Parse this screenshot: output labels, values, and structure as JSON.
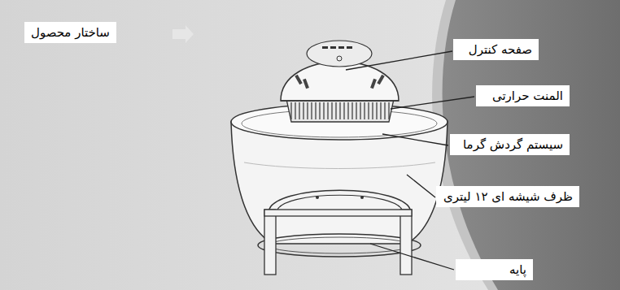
{
  "diagram": {
    "title": "ساختار محصول",
    "labels": [
      "صفحه کنترل",
      "المنت حرارتی",
      "سیستم گردش گرما",
      "ظرف شیشه ای ۱۲ لیتری",
      "پایه"
    ]
  }
}
